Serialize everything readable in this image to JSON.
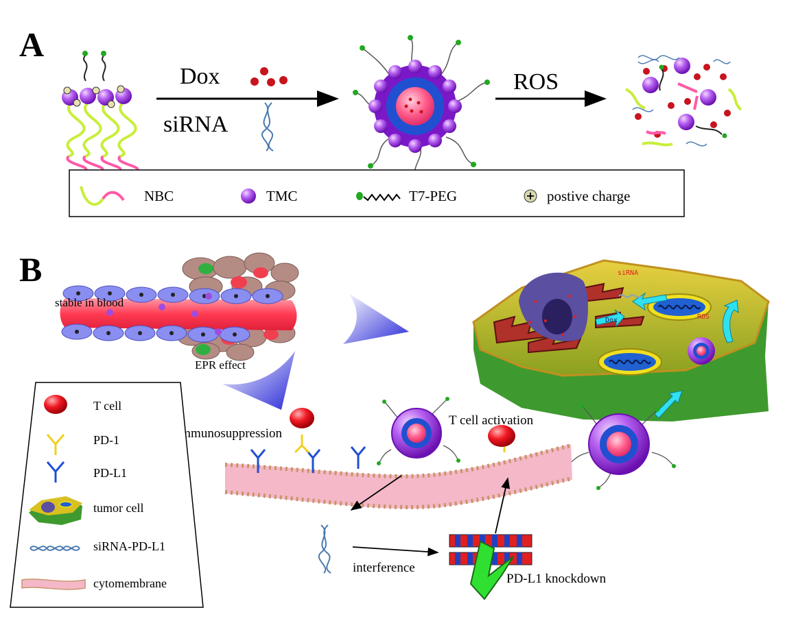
{
  "panelA": {
    "letter": "A",
    "reagent_dox": "Dox",
    "reagent_sirna": "siRNA",
    "trigger_ros": "ROS"
  },
  "legendA": {
    "items": [
      {
        "key": "nbc",
        "label": "NBC"
      },
      {
        "key": "tmc",
        "label": "TMC"
      },
      {
        "key": "t7peg",
        "label": "T7-PEG"
      },
      {
        "key": "charge",
        "label": "postive charge"
      }
    ]
  },
  "panelB": {
    "letter": "B",
    "stable_in_blood": "stable in blood",
    "epr_effect": "EPR effect",
    "immunosuppression": "immunosuppression",
    "t_cell_activation": "T cell activation",
    "interference": "interference",
    "pdl1_knockdown": "PD-L1 knockdown",
    "cell_sirna": "siRNA",
    "cell_dox": "Dox",
    "cell_ros": "ROS"
  },
  "legendB": {
    "items": [
      {
        "key": "tcell",
        "label": "T cell"
      },
      {
        "key": "pd1",
        "label": "PD-1"
      },
      {
        "key": "pdl1",
        "label": "PD-L1"
      },
      {
        "key": "tumor",
        "label": "tumor cell"
      },
      {
        "key": "sirna",
        "label": "siRNA-PD-L1"
      },
      {
        "key": "membrane",
        "label": "cytomembrane"
      }
    ]
  },
  "colors": {
    "tmc_purple": "#a04be0",
    "nbc_green": "#c8ee3a",
    "nbc_pink": "#ff5aa8",
    "dox_red": "#c8141e",
    "peg_green": "#22a822",
    "tcell_red": "#e8101a",
    "pd1_yellow": "#f0d020",
    "pdl1_blue": "#2050d0",
    "membrane_pink": "#f5b8c8",
    "arrow_blue": "#3a3ae0",
    "cyan_arrow": "#30e0f0",
    "tumor_green": "#3e9a2e",
    "tumor_yellow": "#d8c020"
  }
}
